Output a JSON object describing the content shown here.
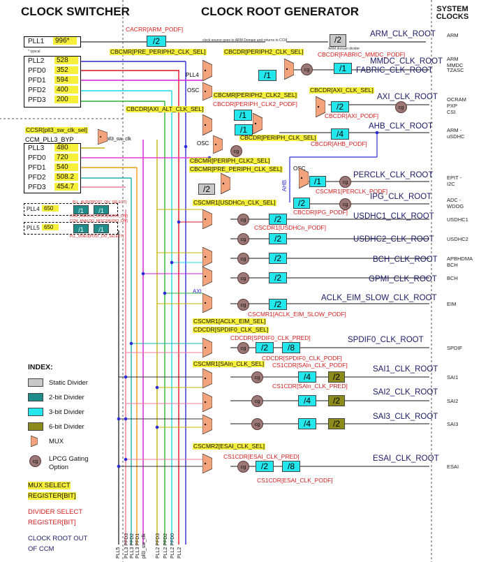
{
  "headers": {
    "clock_switcher": "CLOCK SWITCHER",
    "clock_root_generator": "CLOCK ROOT GENERATOR",
    "system_clocks": "SYSTEM CLOCKS"
  },
  "pll1": {
    "name": "PLL1",
    "value": "996*",
    "note": "* typical"
  },
  "pll2": [
    {
      "name": "PLL2",
      "value": "528"
    },
    {
      "name": "PFD0",
      "value": "352"
    },
    {
      "name": "PFD1",
      "value": "594"
    },
    {
      "name": "PFD2",
      "value": "400"
    },
    {
      "name": "PFD3",
      "value": "200"
    }
  ],
  "pll3": [
    {
      "name": "PLL3",
      "value": "480"
    },
    {
      "name": "PFD0",
      "value": "720"
    },
    {
      "name": "PFD1",
      "value": "540"
    },
    {
      "name": "PFD2",
      "value": "508.2"
    },
    {
      "name": "PFD3",
      "value": "454.7"
    }
  ],
  "pll3_bypass": {
    "select": "CCSR[pll3_sw_clk_sel]",
    "bypass": "CCM_PLL3_BYP",
    "out": "pll3_sw_clk"
  },
  "pll4": {
    "name": "PLL4",
    "value": "650",
    "reg_top": "PLL_AUDIO[POST_DIV_SELECT]",
    "reg_mid1": "CCM_ANALOG_MISC2[AUDIO_DIV]",
    "reg_mid2": "CCM_ANALOG_MISC2[AUDIO_DIV]",
    "div1": "/1",
    "div2": "/1"
  },
  "pll5": {
    "name": "PLL5",
    "value": "650",
    "reg_bot": "PLL_VIDEO[POST_DIV_SELECT]",
    "div1": "/1",
    "div2": "/1"
  },
  "registers": {
    "cacrr": "CACRR[ARM_PODF]",
    "arm_note": "clock source goes to ARM Domain and returns to CCM",
    "arm_div_note": "ARM domain divider",
    "cbcmr_pre_periph2": "CBCMR[PRE_PERIPH2_CLK_SEL]",
    "cbcdr_periph2": "CBCDR[PERIPH2_CLK_SEL]",
    "cbcdr_fabric": "CBCDR[FABRIC_MMDC_PODF]",
    "cbcmr_periph2": "CBCMR[PERIPH2_CLK2_SEL]",
    "cbcdr_periph_clk2": "CBCDR[PERIPH_CLK2_PODF]",
    "cbcdr_axi_sel": "CBCDR[AXI_CLK_SEL]",
    "cbcdr_axi_alt": "CBCDR[AXI_ALT_CLK_SEL]",
    "cbcdr_axi_podf": "CBCDR[AXI_PODF]",
    "cbcdr_periph_sel": "CBCDR[PERIPH_CLK_SEL]",
    "cbcdr_ahb": "CBCDR[AHB_PODF]",
    "cbcmr_periph_clk2": "CBCMR[PERIPH_CLK2_SEL]",
    "cbcmr_pre_periph": "CBCMR[PRE_PERIPH_CLK_SEL]",
    "cscmr1_perclk": "CSCMR1[PERCLK_PODF]",
    "cbcdr_ipg": "CBCDR[IPG_PODF]",
    "cscmr1_usdhc_sel": "CSCMR1[USDHCn_CLK_SEL]",
    "cscdr1_usdhc_podf": "CSCDR1[USDHCn_PODF]",
    "cscmr1_aclk_sel": "CSCMR1[ACLK_EIM_SEL]",
    "cscmr1_aclk_podf": "CSCMR1[ACLK_EIM_SLOW_PODF]",
    "cdcdr_spdif_sel": "CDCDR[SPDIF0_CLK_SEL]",
    "cdcdr_spdif_pred": "CDCDR[SPDIF0_CLK_PRED]",
    "cdcdr_spdif_podf": "CDCDR[SPDIF0_CLK_PODF]",
    "cscmr1_sai_sel": "CSCMR1[SAIn_CLK_SEL]",
    "cs1cdr_sai_podf": "CS1CDR[SAIn_CLK_PODF]",
    "cs1cdr_sai_pred": "CS1CDR[SAIn_CLK_PRED]",
    "cscmr2_esai_sel": "CSCMR2[ESAI_CLK_SEL]",
    "cs1cdr_esai_pred": "CS1CDR[ESAI_CLK_PRED]",
    "cs1cdr_esai_podf": "CS1CDR[ESAI_CLK_PODF]"
  },
  "labels": {
    "pll4": "PLL4",
    "osc": "OSC",
    "osc2": "OSC",
    "osc3": "OSC",
    "ahb": "AHB",
    "axi": "AXI",
    "cg": "cg"
  },
  "roots": [
    {
      "name": "ARM_CLK_ROOT",
      "sys": [
        "ARM"
      ]
    },
    {
      "name": "MMDC_CLK_ROOT",
      "sys": [
        "ARM",
        "MMDC"
      ]
    },
    {
      "name": "FABRIC_CLK_ROOT",
      "sys": [
        "TZASC"
      ]
    },
    {
      "name": "AXI_CLK_ROOT",
      "sys": [
        "OCRAM",
        "PXP",
        "CSI"
      ]
    },
    {
      "name": "AHB_CLK_ROOT",
      "sys": [
        "ARM -",
        "uSDHC"
      ]
    },
    {
      "name": "PERCLK_CLK_ROOT",
      "sys": [
        "EPIT -",
        "I2C"
      ]
    },
    {
      "name": "IPG_CLK_ROOT",
      "sys": [
        "ADC -",
        "WDOG"
      ]
    },
    {
      "name": "USDHC1_CLK_ROOT",
      "sys": [
        "USDHC1"
      ]
    },
    {
      "name": "USDHC2_CLK_ROOT",
      "sys": [
        "USDHC2"
      ]
    },
    {
      "name": "BCH_CLK_ROOT",
      "sys": [
        "APBHDMA",
        "BCH"
      ]
    },
    {
      "name": "GPMI_CLK_ROOT",
      "sys": [
        "BCH"
      ]
    },
    {
      "name": "ACLK_EIM_SLOW_CLK_ROOT",
      "sys": [
        "EIM"
      ]
    },
    {
      "name": "SPDIF0_CLK_ROOT",
      "sys": [
        "SPDIF"
      ]
    },
    {
      "name": "SAI1_CLK_ROOT",
      "sys": [
        "SAI1"
      ]
    },
    {
      "name": "SAI2_CLK_ROOT",
      "sys": [
        "SAI2"
      ]
    },
    {
      "name": "SAI3_CLK_ROOT",
      "sys": [
        "SAI3"
      ]
    },
    {
      "name": "ESAI_CLK_ROOT",
      "sys": [
        "ESAI"
      ]
    }
  ],
  "dividers": {
    "d2": "/2",
    "d1": "/1",
    "d4": "/4",
    "d8": "/8"
  },
  "bus_labels": [
    "PLL5",
    "PLL3 PFD3",
    "PLL3 PFD2",
    "PLL3 PFD1",
    "pll3_sw_clk",
    "PLL2 PFD3",
    "PLL2 PFD2",
    "PLL2 PFD0",
    "PLL2"
  ],
  "index": {
    "title": "INDEX:",
    "static": "Static Divider",
    "two": "2-bit Divider",
    "three": "3-bit Divider",
    "six": "6-bit Divider",
    "mux": "MUX",
    "lpcg": "LPCG Gating",
    "lpcg2": "Option",
    "mux_sel1": "MUX SELECT",
    "mux_sel2": "REGISTER[BIT]",
    "div_sel1": "DIVIDER SELECT",
    "div_sel2": "REGISTER[BIT]",
    "root1": "CLOCK ROOT OUT",
    "root2": "OF CCM"
  },
  "colors": {
    "pll2": "#2b2ad6",
    "pfd0_2": "#e0101a",
    "pfd1_2": "#d21bd2",
    "pfd2_2": "#18d8e8",
    "pfd3_2": "#2fb42f",
    "pll3": "#c9b40a",
    "pfd0_3": "#e63cd6",
    "pfd1_3": "#f09c14",
    "pfd2_3": "#1fb3a8",
    "pfd3_3": "#f27a9a",
    "mux": "#f3a47c",
    "cg": "#9b7876",
    "div3": "#22e8ee",
    "div2": "#1f8c8c",
    "div6": "#8c8a1a"
  }
}
